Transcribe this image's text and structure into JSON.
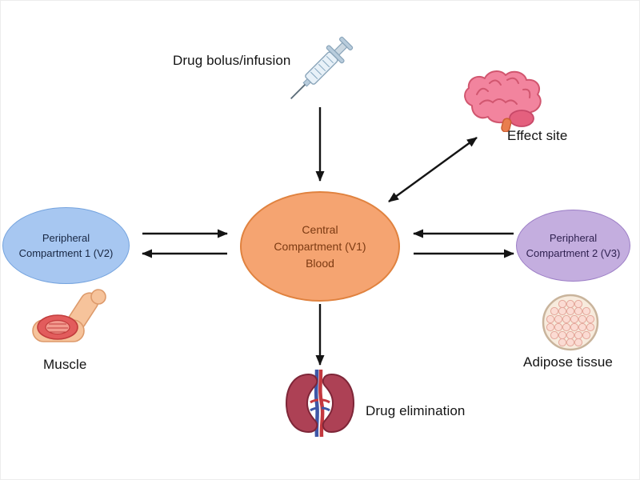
{
  "labels": {
    "drug_input": "Drug bolus/infusion",
    "effect_site": "Effect site",
    "muscle": "Muscle",
    "adipose": "Adipose tissue",
    "elimination": "Drug elimination"
  },
  "compartments": {
    "central": {
      "text": "Central\nCompartment (V1)\nBlood"
    },
    "peripheral1": {
      "text": "Peripheral\nCompartment 1 (V2)"
    },
    "peripheral2": {
      "text": "Peripheral\nCompartment 2 (V3)"
    }
  },
  "icons": {
    "drug_input": "syringe-icon",
    "effect_site": "brain-icon",
    "peripheral1": "muscle-icon",
    "peripheral2": "adipose-tissue-icon",
    "elimination": "kidneys-icon"
  },
  "colors": {
    "background": "#FFFFFF",
    "arrow": "#141414",
    "label_text": "#141414",
    "central_fill": "#F5A471",
    "central_stroke": "#E0823F",
    "central_text": "#7C3A12",
    "p1_fill": "#A7C7F1",
    "p1_stroke": "#74A3DE",
    "p1_text": "#182743",
    "p2_fill": "#C4AEDF",
    "p2_stroke": "#9C7EC6",
    "p2_text": "#2F2150"
  }
}
